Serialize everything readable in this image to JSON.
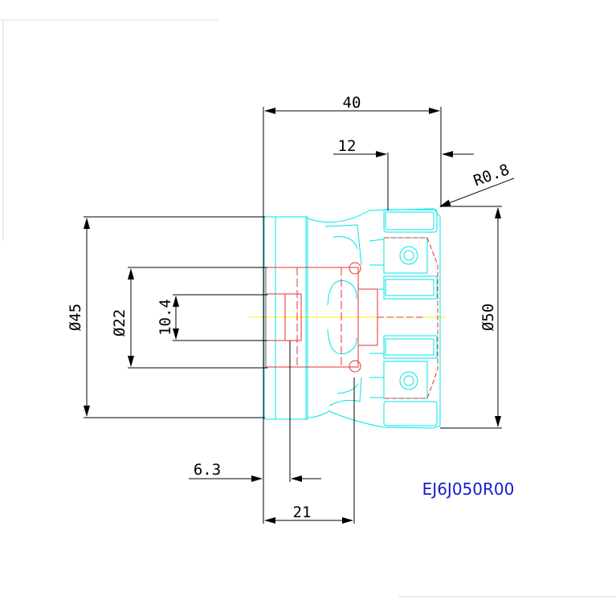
{
  "colors": {
    "background": "#ffffff",
    "dimension": "#000000",
    "body_outline": "#00e5e5",
    "hidden_lines": "#e53030",
    "center_line": "#ffee00",
    "part_number": "#1a1acc"
  },
  "dimensions": {
    "overall_length": "40",
    "insert_width": "12",
    "corner_radius": "R0.8",
    "shank_diameter": "Ø45",
    "bore_diameter": "Ø22",
    "keyway_width": "10.4",
    "cutter_diameter": "Ø50",
    "keyway_depth": "6.3",
    "shank_length": "21"
  },
  "part_number": "EJ6J050R00"
}
